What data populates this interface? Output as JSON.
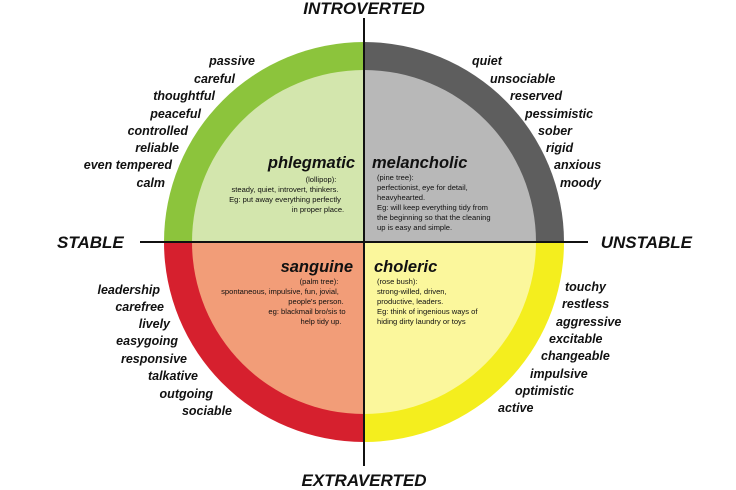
{
  "axes": {
    "top": "INTROVERTED",
    "bottom": "EXTRAVERTED",
    "left": "STABLE",
    "right": "UNSTABLE"
  },
  "colors": {
    "phlegmatic_ring": "#8cc43c",
    "phlegmatic_fill": "#d3e6ad",
    "melancholic_ring": "#5e5e5e",
    "melancholic_fill": "#b8b8b8",
    "sanguine_ring": "#d6202e",
    "sanguine_fill": "#f29d78",
    "choleric_ring": "#f4ee1e",
    "choleric_fill": "#fbf79c"
  },
  "quadrants": {
    "phlegmatic": {
      "title": "phlegmatic",
      "lines": [
        "(lollipop):",
        "steady, quiet, introvert, thinkers.",
        "Eg: put away everything perfectly",
        "in proper place."
      ],
      "traits": [
        "passive",
        "careful",
        "thoughtful",
        "peaceful",
        "controlled",
        "reliable",
        "even tempered",
        "calm"
      ]
    },
    "melancholic": {
      "title": "melancholic",
      "lines": [
        "(pine tree):",
        "perfectionist, eye for detail,",
        "heavyhearted.",
        "Eg: will keep everything tidy from",
        "the beginning so that the cleaning",
        "up is easy and simple."
      ],
      "traits": [
        "quiet",
        "unsociable",
        "reserved",
        "pessimistic",
        "sober",
        "rigid",
        "anxious",
        "moody"
      ]
    },
    "sanguine": {
      "title": "sanguine",
      "lines": [
        "(palm tree):",
        "spontaneous, impulsive, fun, jovial,",
        "people's person.",
        "eg: blackmail bro/sis to",
        "help tidy up."
      ],
      "traits": [
        "leadership",
        "carefree",
        "lively",
        "easygoing",
        "responsive",
        "talkative",
        "outgoing",
        "sociable"
      ]
    },
    "choleric": {
      "title": "choleric",
      "lines": [
        "(rose bush):",
        "strong-willed, driven,",
        "productive, leaders.",
        "Eg: think of ingenious ways of",
        "hiding dirty laundry or toys"
      ],
      "traits": [
        "touchy",
        "restless",
        "aggressive",
        "excitable",
        "changeable",
        "impulsive",
        "optimistic",
        "active"
      ]
    }
  }
}
